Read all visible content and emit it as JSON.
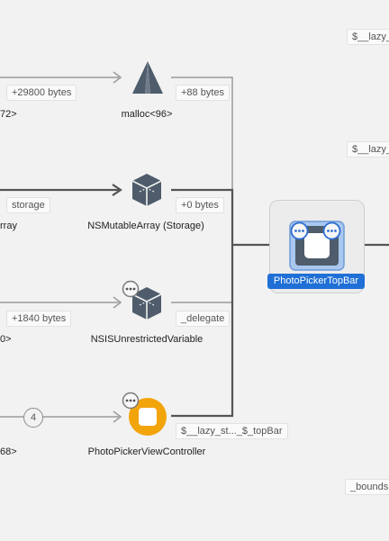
{
  "nodes": {
    "malloc": {
      "label": "malloc<96>"
    },
    "nsmutablearray": {
      "label": "NSMutableArray (Storage)"
    },
    "nsisunrestricted": {
      "label": "NSISUnrestrictedVariable"
    },
    "photopickervc": {
      "label": "PhotoPickerViewController"
    },
    "photopickertopbar": {
      "label": "PhotoPickerTopBar"
    }
  },
  "left_cut_labels": [
    "72>",
    "rray",
    "0>",
    "68>"
  ],
  "edge_labels": {
    "bytes_29800": "+29800 bytes",
    "bytes_88": "+88 bytes",
    "storage": "storage",
    "bytes_0": "+0 bytes",
    "bytes_1840": "+1840 bytes",
    "delegate": "_delegate",
    "lazy_topbar": "$__lazy_st..._$_topBar",
    "lazy_right_1": "$__lazy_",
    "lazy_right_2": "$__lazy_",
    "bounds": "_bounds"
  },
  "badge_count": "4",
  "colors": {
    "background": "#f2f2f2",
    "edge_gray": "#9a9a9a",
    "edge_dark": "#555555",
    "icon_slate": "#4e5c6b",
    "selection_blue": "#1f6fd6",
    "vc_orange": "#f2a40b"
  }
}
